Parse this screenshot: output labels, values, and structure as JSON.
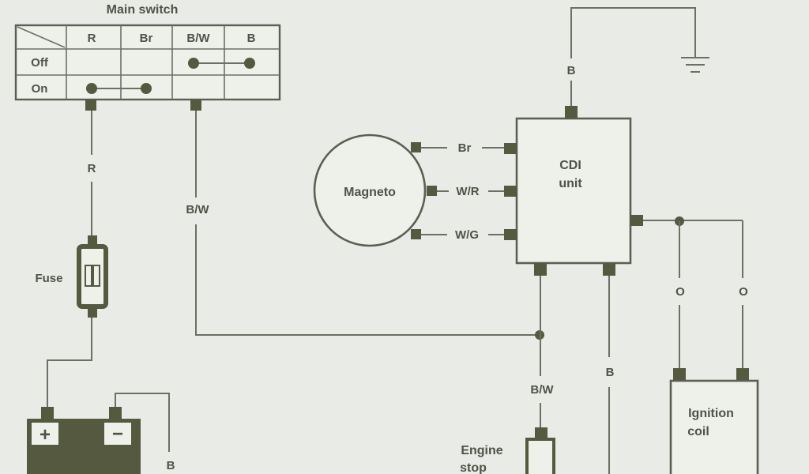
{
  "main_switch": {
    "title": "Main switch",
    "columns": [
      "R",
      "Br",
      "B/W",
      "B"
    ],
    "rows": [
      "Off",
      "On"
    ]
  },
  "wires": {
    "r": "R",
    "bw_switch": "B/W",
    "b_ground_cdi": "B",
    "br": "Br",
    "wr": "W/R",
    "wg": "W/G",
    "bw_stop": "B/W",
    "b_cdi_bottom": "B",
    "o_left": "O",
    "o_right": "O",
    "b_battery": "B"
  },
  "components": {
    "fuse": "Fuse",
    "magneto": "Magneto",
    "cdi_line1": "CDI",
    "cdi_line2": "unit",
    "ignition_line1": "Ignition",
    "ignition_line2": "coil",
    "engine_stop_line1": "Engine",
    "engine_stop_line2": "stop",
    "battery_plus": "+",
    "battery_minus": "−"
  },
  "colors": {
    "background": "#e9ece6",
    "line": "#6b7064",
    "terminal": "#55593f"
  }
}
